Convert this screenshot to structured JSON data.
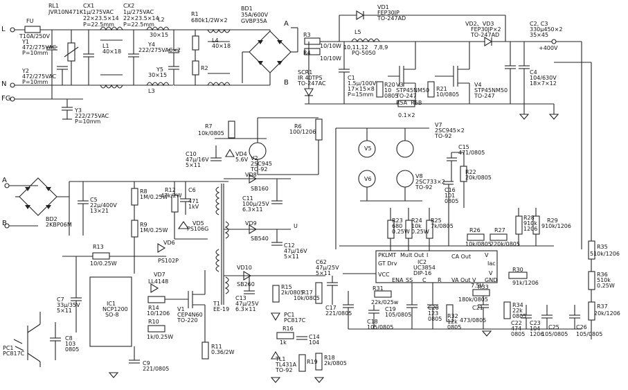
{
  "diagram": {
    "labels": {
      "L": "L",
      "N": "N",
      "FG": "FG",
      "FU": "FU",
      "FU_v": "T10A/250V",
      "RL1": "RL1",
      "RL1_v": "JVR10N471K",
      "Y1": "Y1",
      "Y1_v1": "472/275VAC",
      "Y1_v2": "P=10mm",
      "Y2": "Y2",
      "Y2_v1": "472/275VAC",
      "Y2_v2": "P=10mm",
      "Y3": "Y3",
      "Y3_v1": "222/275VAC",
      "Y3_v2": "P=10mm",
      "CX1": "CX1",
      "CX1_v1": "1μ/275VAC",
      "CX1_v2": "22×23.5×14",
      "CX1_v3": "P=22.5mm",
      "CX2": "CX2",
      "CX2_v1": "1μ/275VAC",
      "CX2_v2": "22×23.5×14",
      "CX2_v3": "P=22.5mm",
      "L1": "L1",
      "L1_v": "40×18",
      "L2": "L2",
      "L2_v": "30×15",
      "L3": "L3",
      "L3_v": "30×15",
      "Y4": "Y4",
      "Y4_v": "222/275VAC×2",
      "Y5": "Y5",
      "L4": "L4",
      "L4_v": "40×18",
      "R1": "R1",
      "R1_v": "680k",
      "R1_v2": "1/2W×2",
      "R2": "R2",
      "BD1": "BD1",
      "BD1_v1": "35A/600V",
      "BD1_v2": "GVBP35A",
      "A_top": "A",
      "B_top": "B",
      "VD1": "VD1",
      "VD1_v": "FEP30JP",
      "VD1_v2": "TO-247AD",
      "VD2": "VD2、VD3",
      "VD2_v1": "FEP30JP×2",
      "VD2_v2": "TO-247AD",
      "C2": "C2, C3",
      "C2_v1": "330μ450×2",
      "C2_v2": "35×45",
      "V400": "+400V",
      "L5": "L5",
      "L5_v1": "10,11,12",
      "L5_v2": "7,8,9",
      "L5_v3": "PQ-5050",
      "R3": "R3",
      "R3_v": "10/10W",
      "R4": "R4",
      "R4_v": "10/10W",
      "SCR1": "SCR1",
      "SCR1_v1": "IR 40TPS",
      "SCR1_v2": "TO-247AC",
      "C1": "C1",
      "C1_v1": "1.5μ/100V",
      "C1_v2": "17×15×8",
      "C1_v3": "P=15mm",
      "R20": "R20",
      "R20_v1": "10",
      "R20_v2": "0805",
      "V3": "V3",
      "V3_v1": "STP45NM50",
      "V3_v2": "TO-247",
      "R21": "R21",
      "R21_v": "10/0805",
      "V4": "V4",
      "V4_v1": "STP45NM50",
      "V4_v2": "TO-247",
      "C4": "C4",
      "C4_v1": "104/630V",
      "C4_v2": "18×7×12",
      "R5": "R5A  R5B",
      "R5_v": "0.1×2",
      "R6": "R6",
      "R6_v": "100/1206",
      "R7": "R7",
      "R7_v": "10k/0805",
      "C10": "C10",
      "C10_v1": "47μ/16V",
      "C10_v2": "5×11",
      "VD4": "VD4",
      "VD4_v": "5.6V",
      "V2": "V2",
      "V2_v1": "2SC945",
      "V2_v2": "TO-92",
      "VD8": "VD8",
      "VD8_v": "SB160",
      "C11": "C11",
      "C11_v1": "100μ/25V",
      "C11_v2": "6.3×11",
      "V7": "V7",
      "V7_v1": "2SC945×2",
      "V7_v2": "TO-92",
      "V5": "V5",
      "V6": "V6",
      "V8": "V8",
      "V8_v1": "2SC733×2",
      "V8_v2": "TO-92",
      "C15": "C15",
      "C15_v": "471/0805",
      "R22": "R22",
      "R22_v": "20k/0805",
      "C16": "C16",
      "C16_v1": "101",
      "C16_v2": "0805",
      "A_left": "A",
      "B_left": "B",
      "BD2": "BD2",
      "BD2_v": "2KBP06M",
      "C5": "C5",
      "C5_v1": "22μ/400V",
      "C5_v2": "13×21",
      "R8": "R8",
      "R8_v": "1M/0.25W",
      "R9": "R9",
      "R9_v": "1M/0.25W",
      "R12": "R12",
      "R12_v": "47k/2W",
      "C6": "C6",
      "C6_v1": "471",
      "C6_v2": "1kV",
      "VD5": "VD5",
      "VD5_v": "PS106G",
      "R13": "R13",
      "R13_v": "10/0.25W",
      "VD6": "VD6",
      "VD6_v": "PS102P",
      "VD7": "VD7",
      "VD7_v": "LL4148",
      "R14": "R14",
      "R14_v": "10/1206",
      "IC1": "IC1",
      "IC1_v1": "NCP1200",
      "IC1_v2": "SO-8",
      "C7": "C7",
      "C7_v1": "33μ/35V",
      "C7_v2": "5×11",
      "C8": "C8",
      "C8_v1": "103",
      "C8_v2": "0805",
      "V1": "V1",
      "V1_v1": "CEP4N60",
      "V1_v2": "TO-220",
      "R10": "R10",
      "R10_v": "1k/0.25W",
      "R11": "R11",
      "R11_v": "0.36/2W",
      "C9": "C9",
      "C9_v": "221/0805",
      "PC1": "PC1",
      "PC1_v": "PC817C",
      "T1": "T1",
      "T1_v": "EE-19",
      "VD9": "VD9",
      "VD9_v": "SB540",
      "UCC1": "U",
      "C12": "C12",
      "C12_v1": "47μ/16V",
      "C12_v2": "5×11",
      "VD10": "VD10",
      "VD10_v": "SB260",
      "C13": "C13",
      "C13_v1": "47μ/25V",
      "C13_v2": "6.3×11",
      "C62": "C62",
      "C62_v1": "47μ/25V",
      "C62_v2": "5×11",
      "R15": "R15",
      "R15_v": "2k/0805",
      "R17": "R17",
      "R17_v": "10k/0805",
      "PC1b": "PC1",
      "PC1b_v": "PC817C",
      "R16": "R16",
      "R16_v": "1k",
      "C14": "C14",
      "C14_v": "104",
      "TL1": "TL1",
      "TL1_v1": "TL431A",
      "TL1_v2": "TO-92",
      "R19": "R19",
      "R18": "R18",
      "R18_v": "2k/0805",
      "C17": "C17",
      "C17_v": "221/0805",
      "R23": "R23",
      "R23_v1": "680",
      "R23_v2": "0.25W",
      "R24": "R24",
      "R24_v1": "10k",
      "R24_v2": "0.25W",
      "R25": "R25",
      "R25_v": "7k/0805",
      "R26": "R26",
      "R26_v": "10k/0805",
      "R27": "R27",
      "R27_v": "220k/0805",
      "R28": "R28",
      "R28_v1": "910k",
      "R28_v2": "1206",
      "R29": "R29",
      "R29_v": "910k/1206",
      "IC2": "IC2",
      "IC2_v1": "UC3854",
      "IC2_v2": "DIP-16",
      "pin_pklmt": "PKLMT",
      "pin_multout": "Mult Out",
      "pin_isense": "I",
      "pin_caout": "CA Out",
      "pin_vref": "V",
      "pin_gtdrv": "GT Drv",
      "pin_iac": "Iac",
      "pin_vcc": "VCC",
      "pin_ena": "ENA",
      "pin_ss": "SS",
      "pin_ct": "C",
      "pin_rset": "R",
      "pin_vaout": "VA Out",
      "pin_vsense": "V",
      "pin_vrms": "V",
      "pin_gnd": "GND",
      "pin_75v": "7.5V",
      "R31": "R31",
      "R31_v": "22k/025w",
      "C19": "C19",
      "C19_v": "105/0805",
      "C18": "C18",
      "C18_v": "105/0805",
      "C20": "C20",
      "C20_v1": "123",
      "C20_v2": "0805",
      "R32": "R32",
      "R32_v1": "12k",
      "R32_v2": "0805",
      "R33": "R33",
      "R33_v": "180k/0805",
      "C21": "C21",
      "C21_v": "473/0805",
      "R30": "R30",
      "R30_v": "91k/1206",
      "R34": "R34",
      "R34_v1": "22k",
      "R34_v2": "0805",
      "C22": "C22",
      "C22_v1": "474",
      "C22_v2": "0805",
      "C23": "C23",
      "C23_v1": "104",
      "C23_v2": "1206",
      "C25": "C25",
      "C25_v": "105/0805",
      "C26": "C26",
      "C26_v": "105/0805",
      "R35": "R35",
      "R35_v": "510k/1206",
      "R36": "R36",
      "R36_v1": "510k",
      "R36_v2": "0.25W",
      "R37": "R37",
      "R37_v": "20k/1206"
    }
  }
}
